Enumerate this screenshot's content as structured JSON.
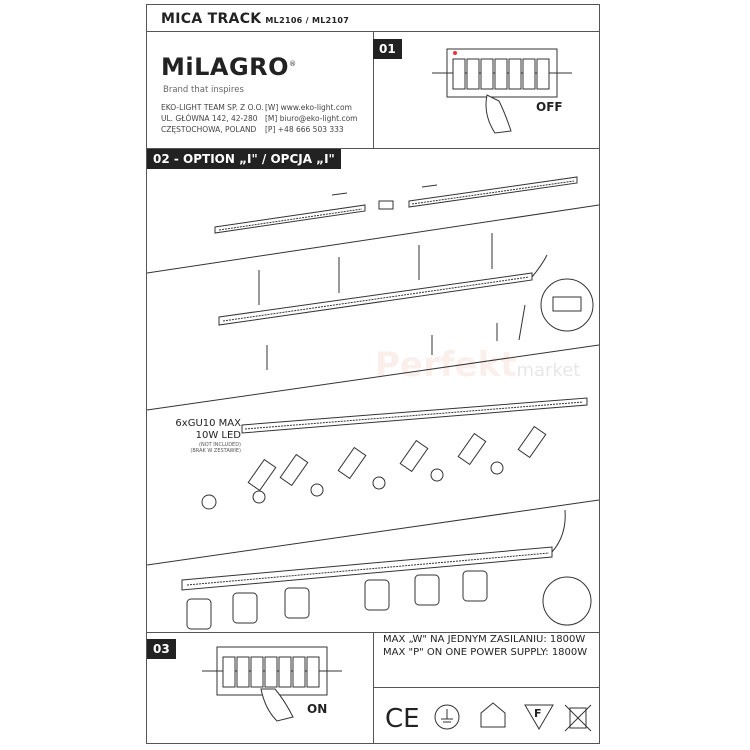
{
  "header": {
    "title": "MICA TRACK",
    "models": "ML2106 / ML2107"
  },
  "brand": {
    "logo_text": "MiLAGRO",
    "tagline": "Brand that inspires",
    "company_lines": [
      "EKO-LIGHT TEAM SP. Z O.O.",
      "UL. GŁÓWNA 142, 42-280",
      "CZĘSTOCHOWA, POLAND"
    ],
    "contact_lines": [
      "[W] www.eko-light.com",
      "[M] biuro@eko-light.com",
      "[P] +48 666 503 333"
    ]
  },
  "steps": {
    "s01": {
      "tag": "01",
      "state": "OFF"
    },
    "s02": {
      "tag": "02 - OPTION „I\" / OPCJA „I\""
    },
    "s03": {
      "tag": "03",
      "state": "ON"
    }
  },
  "bulb_note": {
    "line1": "6xGU10 MAX",
    "line2": "10W LED",
    "line3": "(NOT INCLUDED)",
    "line4": "(BRAK W ZESTAWIE)"
  },
  "max_power": {
    "pl": "MAX „W\" NA JEDNYM ZASILANIU: 1800W",
    "en": "MAX \"P\" ON ONE POWER SUPPLY: 1800W"
  },
  "watermark": {
    "main": "Perfekt",
    "sub": "market"
  },
  "symbols": {
    "ce": "CE",
    "fuse": "F"
  },
  "colors": {
    "ink": "#222222",
    "rule": "#555555",
    "tag_bg": "#222222"
  }
}
